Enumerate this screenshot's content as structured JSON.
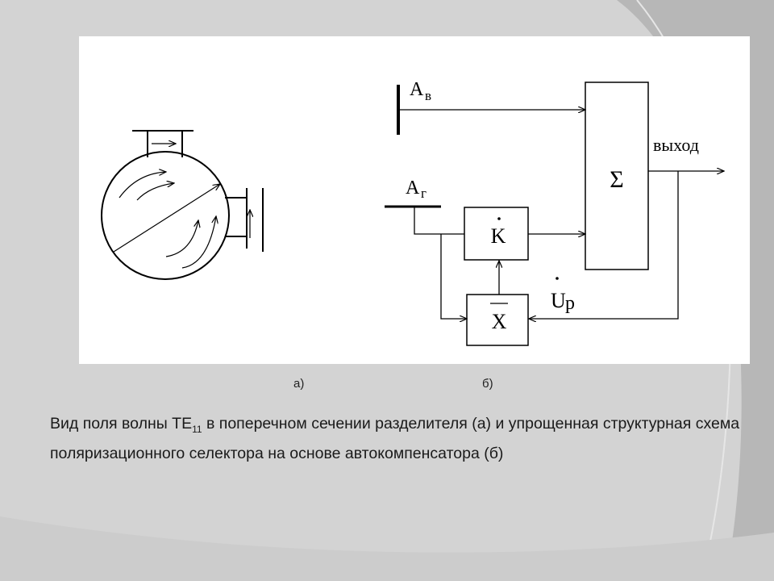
{
  "theme": {
    "background": "#d6d6d6",
    "panel": "#ffffff",
    "line": "#000000"
  },
  "diagram_a": {
    "label": "а)"
  },
  "diagram_b": {
    "label": "б)",
    "input_top": "А",
    "input_top_sub": "в",
    "input_bottom": "А",
    "input_bottom_sub": "г",
    "summer_symbol": "Σ",
    "output_label": "выход",
    "block_k": "K",
    "block_x": "X",
    "feedback_label": "U",
    "feedback_sub": "p"
  },
  "caption": {
    "part1": "Вид поля волны ТЕ",
    "subscript": "11",
    "part2": " в поперечном сечении разделителя (а) и упрощенная структурная схема поляризационного селектора на основе автокомпенсатора (б)"
  }
}
